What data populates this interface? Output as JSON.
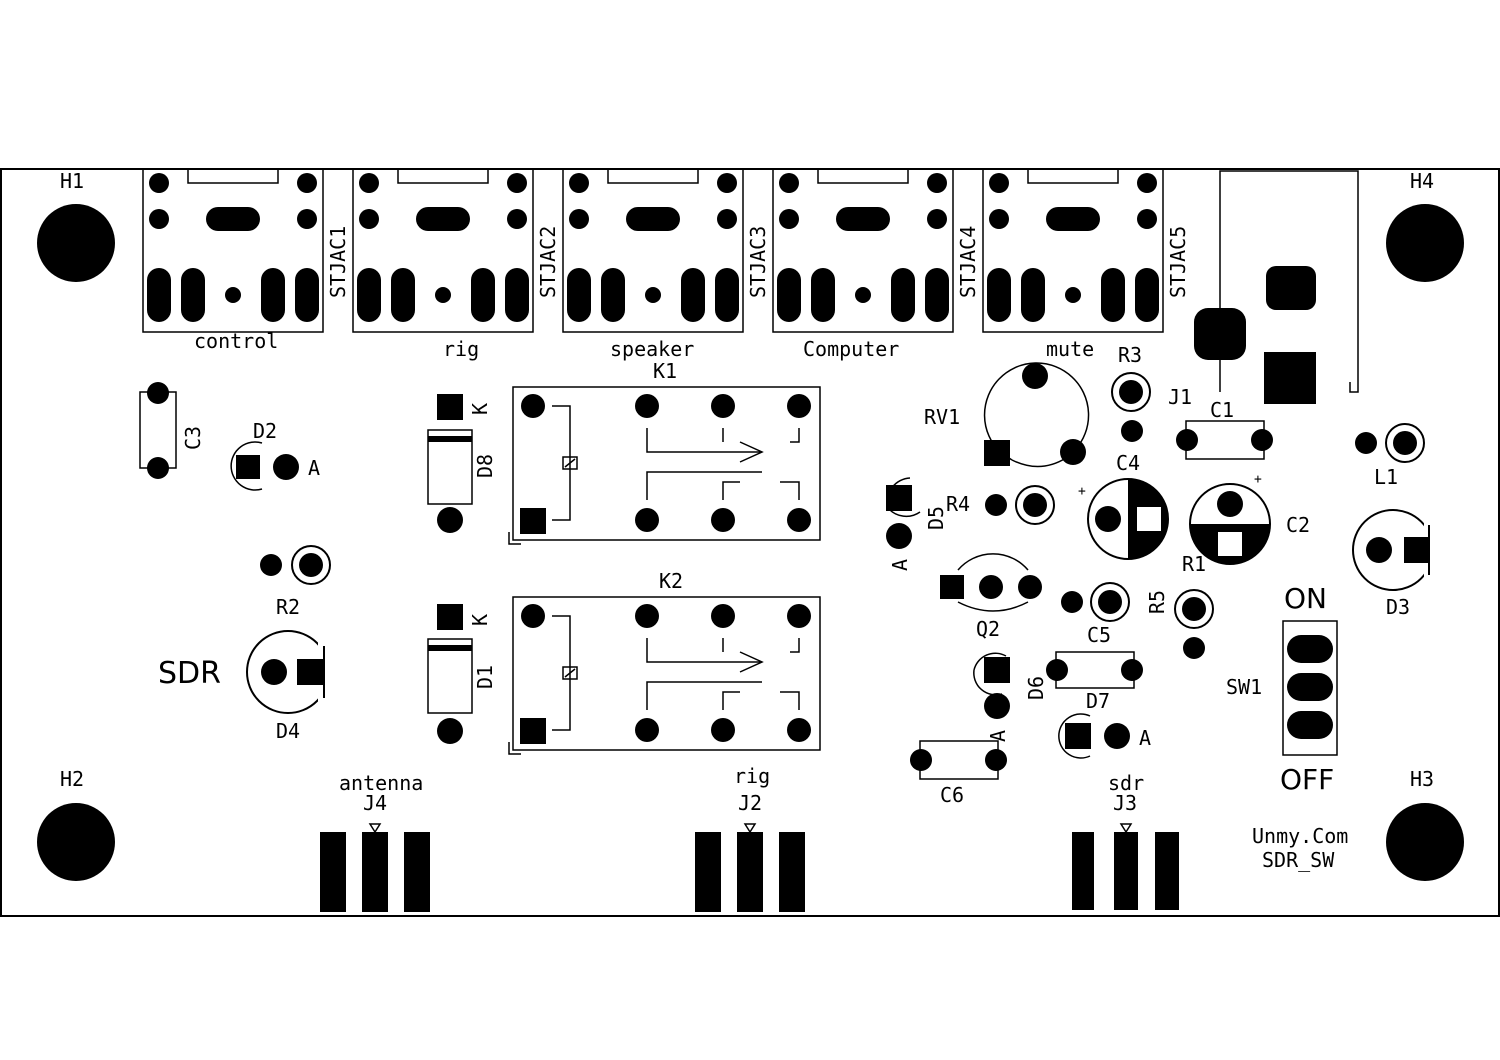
{
  "board": {
    "mounting_holes": {
      "h1": "H1",
      "h2": "H2",
      "h3": "H3",
      "h4": "H4"
    },
    "jacks": {
      "stjac1": {
        "ref": "STJAC1",
        "label": "control"
      },
      "stjac2": {
        "ref": "STJAC2",
        "label": "rig"
      },
      "stjac3": {
        "ref": "STJAC3",
        "label": "speaker"
      },
      "stjac4": {
        "ref": "STJAC4",
        "label": "Computer"
      },
      "stjac5": {
        "ref": "STJAC5",
        "label": "mute"
      }
    },
    "connectors": {
      "j1": {
        "ref": "J1"
      },
      "j2": {
        "ref": "J2",
        "label": "rig"
      },
      "j3": {
        "ref": "J3",
        "label": "sdr"
      },
      "j4": {
        "ref": "J4",
        "label": "antenna"
      }
    },
    "relays": {
      "k1": "K1",
      "k2": "K2"
    },
    "diodes": {
      "d1": "D1",
      "d2": "D2",
      "d3": "D3",
      "d4": "D4",
      "d5": "D5",
      "d6": "D6",
      "d7": "D7",
      "d8": "D8",
      "anode_mark": "A",
      "cathode_mark": "K"
    },
    "caps": {
      "c1": "C1",
      "c2": "C2",
      "c3": "C3",
      "c4": "C4",
      "c5": "C5",
      "c6": "C6",
      "plus": "+"
    },
    "resistors": {
      "r1": "R1",
      "r2": "R2",
      "r3": "R3",
      "r4": "R4",
      "r5": "R5",
      "rv1": "RV1"
    },
    "misc": {
      "q2": "Q2",
      "l1": "L1",
      "sw1": "SW1",
      "on": "ON",
      "off": "OFF",
      "sdr": "SDR"
    },
    "credit": {
      "line1": "Unmy.Com",
      "line2": "SDR_SW"
    }
  }
}
